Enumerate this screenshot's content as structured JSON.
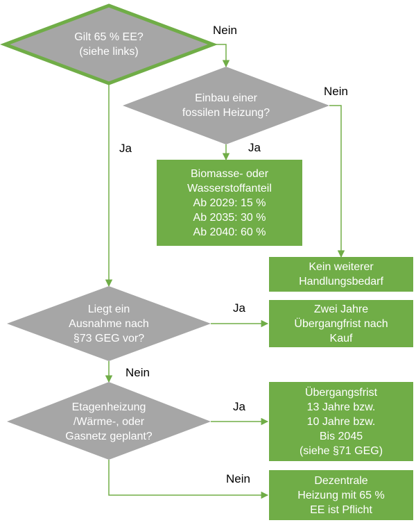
{
  "colors": {
    "decision_fill": "#a6a6a6",
    "decision_outline": "#70ad47",
    "box_fill": "#70ad47",
    "connector": "#70ad47"
  },
  "nodes": {
    "d1": {
      "lines": [
        "Gilt 65 % EE?",
        "(siehe links)"
      ]
    },
    "d2": {
      "lines": [
        "Einbau einer",
        "fossilen Heizung?"
      ]
    },
    "b_biomasse": {
      "lines": [
        "Biomasse- oder",
        "Wasserstoffanteil",
        "Ab 2029: 15 %",
        "Ab 2035: 30 %",
        "Ab 2040: 60 %"
      ]
    },
    "b_kein": {
      "lines": [
        "Kein weiterer",
        "Handlungsbedarf"
      ]
    },
    "d3": {
      "lines": [
        "Liegt ein",
        "Ausnahme nach",
        "§73 GEG vor?"
      ]
    },
    "b_zwei": {
      "lines": [
        "Zwei Jahre",
        "Übergangfrist nach",
        "Kauf"
      ]
    },
    "d4": {
      "lines": [
        "Etagenheizung",
        "/Wärme-, oder",
        "Gasnetz geplant?"
      ]
    },
    "b_uebergang": {
      "lines": [
        "Übergangsfrist",
        "13 Jahre bzw.",
        "10 Jahre bzw.",
        "Bis 2045",
        "(siehe §71 GEG)"
      ]
    },
    "b_dezentral": {
      "lines": [
        "Dezentrale",
        "Heizung mit 65 %",
        "EE ist Pflicht"
      ]
    }
  },
  "edge_labels": {
    "d1_nein": "Nein",
    "d1_ja": "Ja",
    "d2_nein": "Nein",
    "d2_ja": "Ja",
    "d3_ja": "Ja",
    "d3_nein": "Nein",
    "d4_ja": "Ja",
    "d4_nein": "Nein"
  }
}
